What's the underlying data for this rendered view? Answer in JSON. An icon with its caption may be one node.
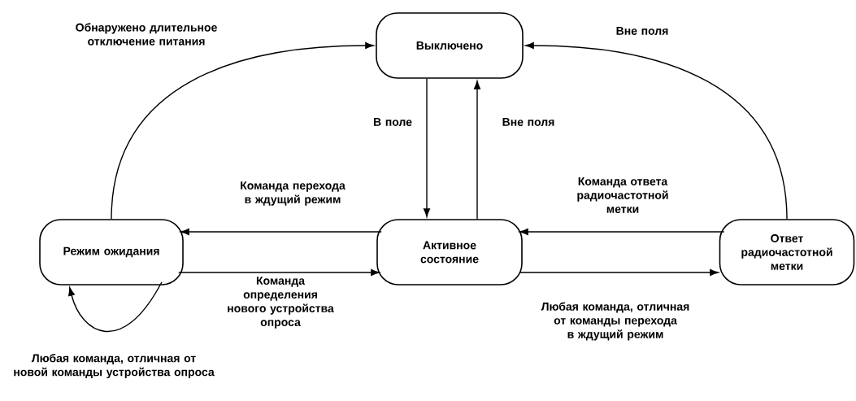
{
  "diagram": {
    "nodes": [
      {
        "text": [
          "Выключено"
        ]
      },
      {
        "text": [
          "Режим ожидания"
        ]
      },
      {
        "text": [
          "Активное состояние"
        ]
      },
      {
        "text": [
          "Ответ радиочастотной метки"
        ]
      }
    ],
    "edges": [
      {
        "from": 1,
        "to": 0,
        "arrow": "to",
        "label": "Обнаружено длительное отключение питания"
      },
      {
        "from": 3,
        "to": 0,
        "arrow": "to",
        "label": "Вне поля"
      },
      {
        "from": 0,
        "to": 2,
        "arrow": "to",
        "label": "В поле"
      },
      {
        "from": 2,
        "to": 0,
        "arrow": "to",
        "label": "Вне поля"
      },
      {
        "from": 2,
        "to": 1,
        "arrow": "to",
        "label": "Команда перехода в ждущий режим"
      },
      {
        "from": 1,
        "to": 2,
        "arrow": "to",
        "label": "Команда определения нового устройства опроса"
      },
      {
        "from": 3,
        "to": 2,
        "arrow": "to",
        "label": "Команда ответа радиочастотной метки"
      },
      {
        "from": 2,
        "to": 3,
        "arrow": "to",
        "label": "Любая команда, отличная от команды перехода в ждущий режим"
      },
      {
        "from": 1,
        "to": 1,
        "arrow": "to",
        "label": "Любая команда, отличная от новой команды устройства опроса"
      }
    ]
  }
}
